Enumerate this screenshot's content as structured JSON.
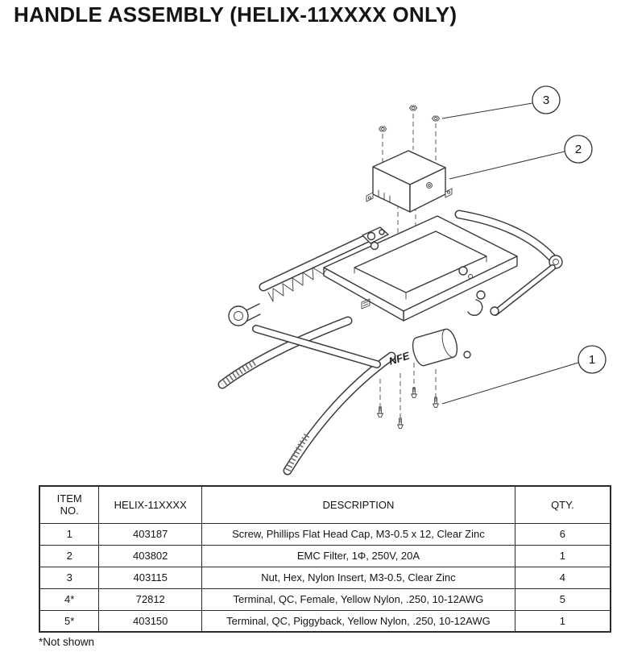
{
  "title": "HANDLE ASSEMBLY (HELIX-11XXXX ONLY)",
  "footnote": "*Not shown",
  "diagram": {
    "brand_label": "NFE",
    "callouts": [
      {
        "number": "1"
      },
      {
        "number": "2"
      },
      {
        "number": "3"
      }
    ]
  },
  "table": {
    "headers": [
      "ITEM\nNO.",
      "HELIX-11XXXX",
      "DESCRIPTION",
      "QTY."
    ],
    "rows": [
      [
        "1",
        "403187",
        "Screw, Phillips Flat Head Cap, M3-0.5 x 12, Clear Zinc",
        "6"
      ],
      [
        "2",
        "403802",
        "EMC Filter, 1Φ, 250V, 20A",
        "1"
      ],
      [
        "3",
        "403115",
        "Nut, Hex, Nylon Insert, M3-0.5, Clear Zinc",
        "4"
      ],
      [
        "4*",
        "72812",
        "Terminal, QC, Female, Yellow Nylon, .250, 10-12AWG",
        "5"
      ],
      [
        "5*",
        "403150",
        "Terminal, QC, Piggyback, Yellow Nylon, .250, 10-12AWG",
        "1"
      ]
    ]
  },
  "colors": {
    "line": "#3b3b3b",
    "text": "#141414",
    "background": "#ffffff"
  }
}
